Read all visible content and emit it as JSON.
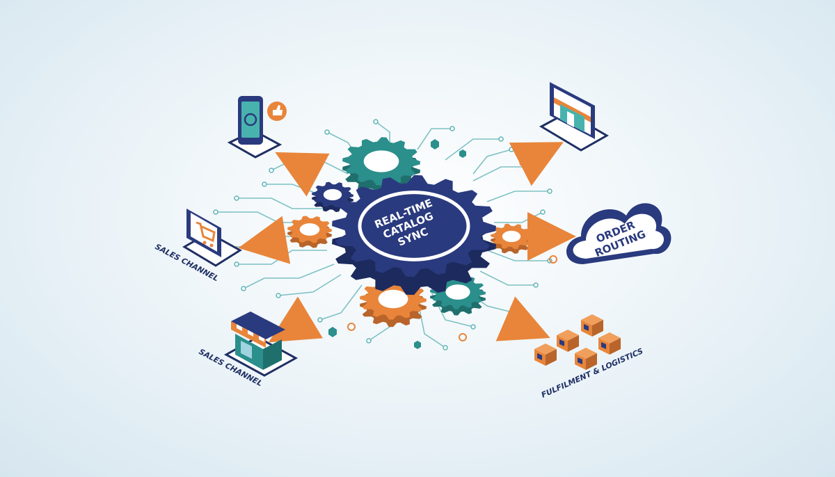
{
  "hub": {
    "line1": "REAL-TIME",
    "line2": "CATALOG",
    "line3": "SYNC"
  },
  "cloud": {
    "line1": "ORDER",
    "line2": "ROUTING"
  },
  "labels": {
    "sales_channel_top": "SALES CHANNEL",
    "sales_channel_bottom": "SALES CHANNEL",
    "fulfilment": "FULFILMENT & LOGISTICS"
  },
  "colors": {
    "navy": "#2a3a7e",
    "teal": "#2b8f8c",
    "orange": "#e8853a",
    "background": "#eef5f9"
  },
  "icons": [
    "smartphone-icon",
    "thumbs-up-icon",
    "storefront-monitor-icon",
    "shopping-cart-monitor-icon",
    "store-icon",
    "cloud-icon",
    "package-box-icon",
    "gear-icon",
    "arrow-icon"
  ]
}
